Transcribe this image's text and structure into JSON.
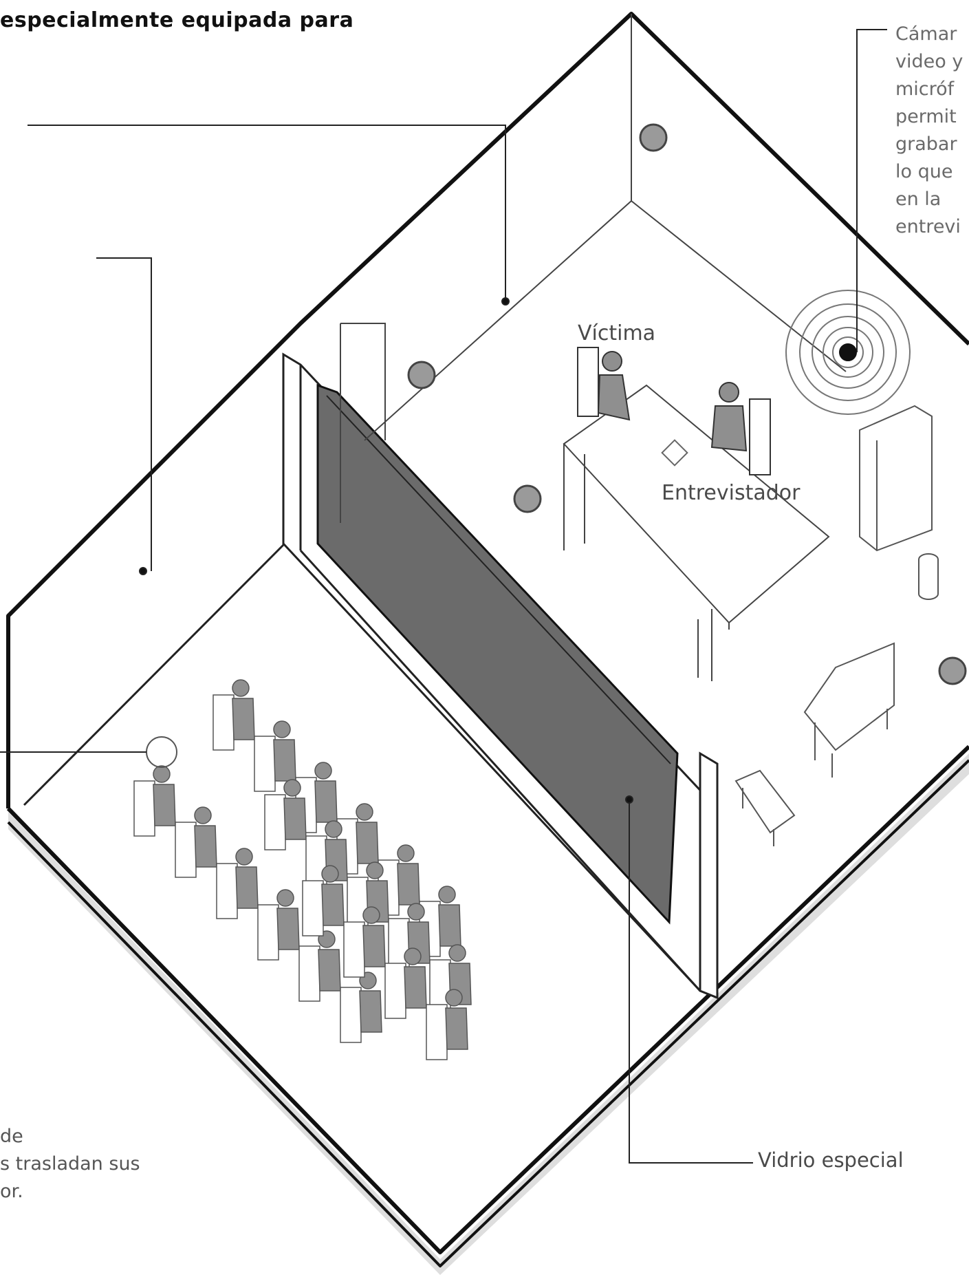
{
  "heading": "especialmente equipada para",
  "camera_callout": {
    "lines": [
      "Cámar",
      "video y",
      "micróf",
      "permit",
      "grabar",
      "lo que",
      "en la",
      "entrevi"
    ]
  },
  "labels": {
    "victima": "Víctima",
    "entrevistador": "Entrevistador",
    "vidrio": "Vidrio especial"
  },
  "lower_left_text": {
    "lines": [
      "de",
      "s trasladan sus",
      "or."
    ]
  },
  "colors": {
    "outline": "#111111",
    "glass": "#6b6b6b",
    "figure": "#8f8f8f",
    "speaker": "#9a9a9a",
    "floor_shadow": "#bcbcbc"
  }
}
